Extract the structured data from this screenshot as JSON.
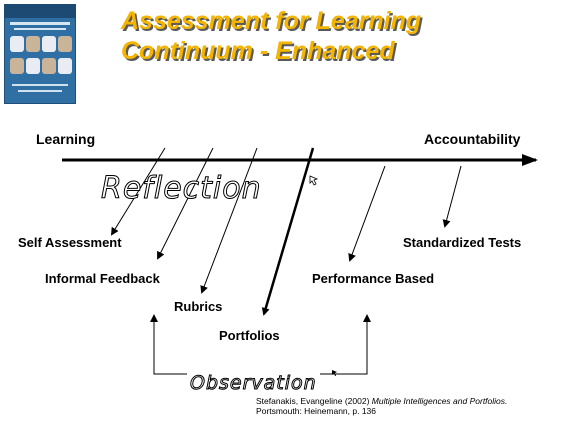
{
  "title": {
    "line1": "Assessment for Learning",
    "line2": "Continuum - Enhanced"
  },
  "axis": {
    "left_label": "Learning",
    "right_label": "Accountability"
  },
  "overlay": {
    "reflection": "Reflection",
    "observation": "Observation"
  },
  "items": {
    "self_assessment": "Self Assessment",
    "informal_feedback": "Informal Feedback",
    "rubrics": "Rubrics",
    "portfolios": "Portfolios",
    "performance_based": "Performance Based",
    "standardized_tests": "Standardized Tests"
  },
  "citation": {
    "author": "Stefanakis, Evangeline (2002)",
    "book": "Multiple Intelligences and Portfolios.",
    "publisher": "Portsmouth: Heinemann, p. 136"
  },
  "colors": {
    "title": "#f4b400",
    "title_shadow": "#5a5a5a",
    "cover": "#2f6fa4"
  }
}
